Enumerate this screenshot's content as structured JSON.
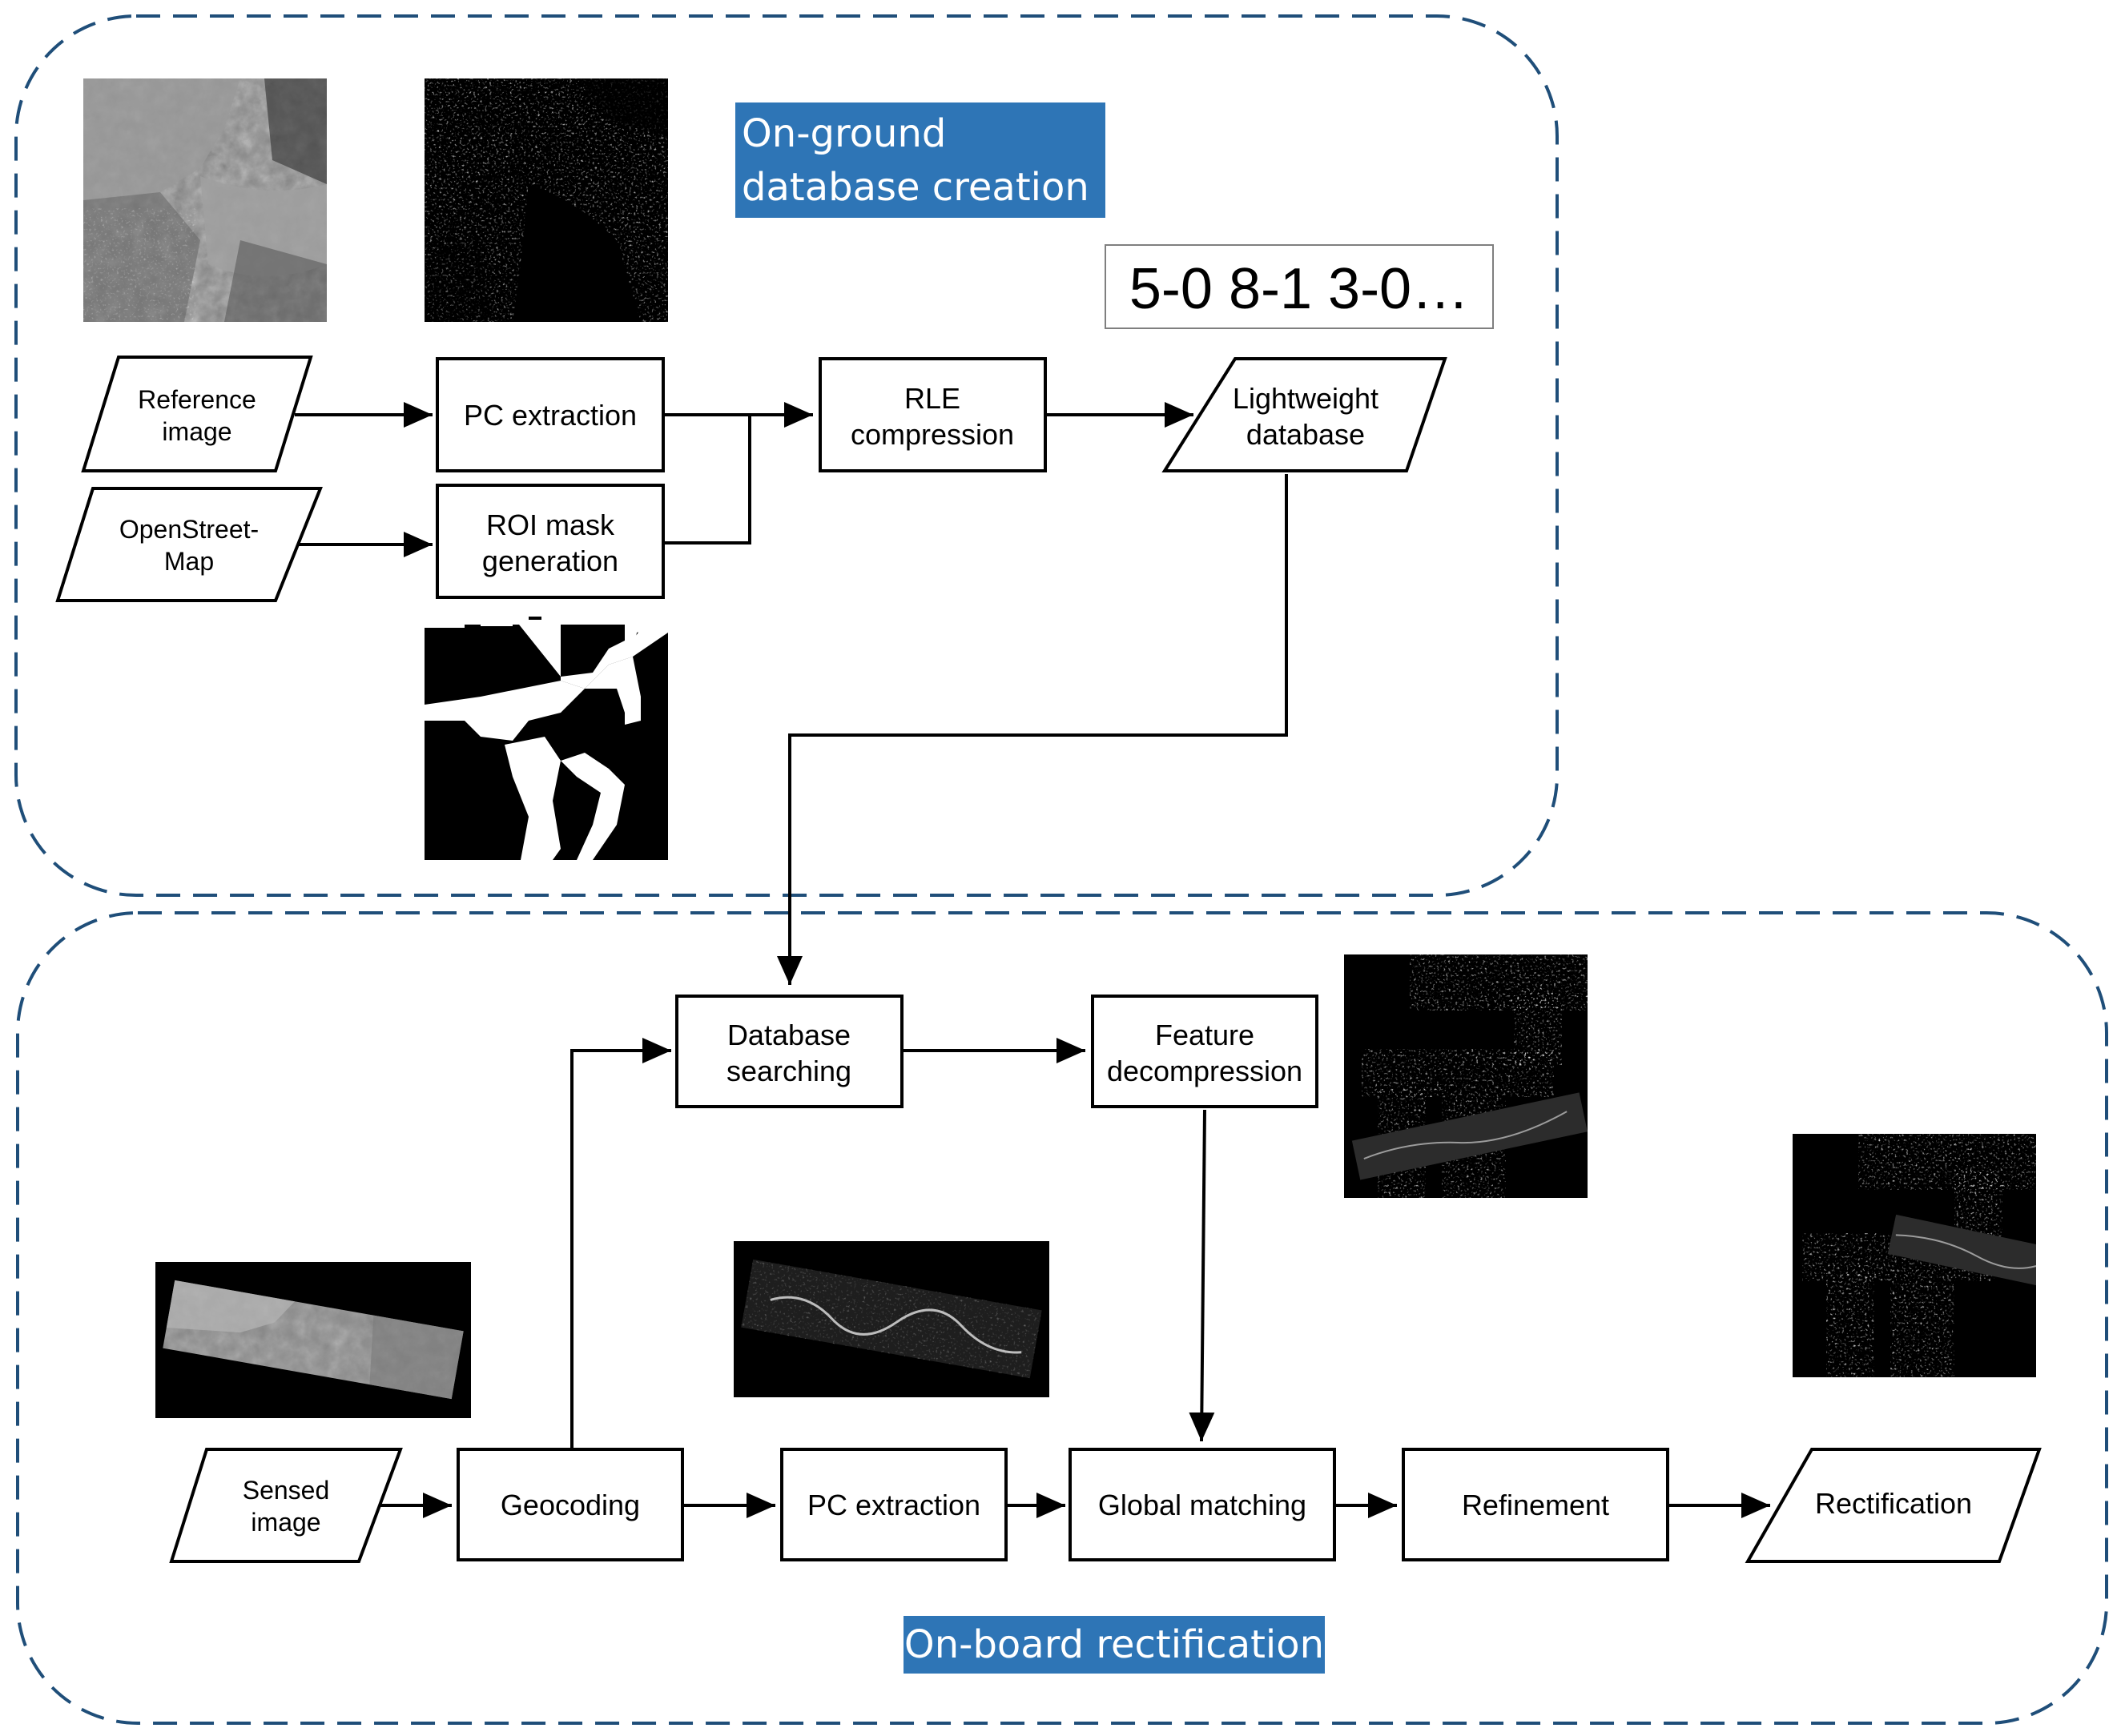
{
  "colors": {
    "region_border": "#1f4e79",
    "banner_fill": "#2e75b6",
    "banner_text": "#ffffff",
    "line": "#000000",
    "box_fill": "#ffffff"
  },
  "sections": {
    "ground": {
      "title_line1": "On-ground",
      "title_line2": "database creation"
    },
    "board": {
      "title": "On-board rectification"
    }
  },
  "encoded_sample": "5-0 8-1 3-0…",
  "nodes": {
    "reference_image": {
      "line1": "Reference",
      "line2": "image"
    },
    "openstreetmap": {
      "line1": "OpenStreet-",
      "line2": "Map"
    },
    "pc_extraction_ground": {
      "label": "PC extraction"
    },
    "roi_mask": {
      "line1": "ROI mask",
      "line2": "generation"
    },
    "rle_compression": {
      "line1": "RLE",
      "line2": "compression"
    },
    "lightweight_db": {
      "line1": "Lightweight",
      "line2": "database"
    },
    "database_searching": {
      "line1": "Database",
      "line2": "searching"
    },
    "feature_decompression": {
      "line1": "Feature",
      "line2": "decompression"
    },
    "sensed_image": {
      "line1": "Sensed",
      "line2": "image"
    },
    "geocoding": {
      "label": "Geocoding"
    },
    "pc_extraction_board": {
      "label": "PC extraction"
    },
    "global_matching": {
      "label": "Global matching"
    },
    "refinement": {
      "label": "Refinement"
    },
    "rectification": {
      "label": "Rectification"
    }
  },
  "thumbnails": {
    "reference_photo": "grayscale-satellite-image",
    "reference_pc": "phase-congruency-edge-map",
    "roi_mask": "binary-road-mask",
    "sensed_strip": "rotated-grayscale-strip",
    "sensed_pc": "strip-edge-map",
    "decompressed_features": "masked-edge-map-with-strip",
    "rectified_result": "aligned-edge-map-with-strip"
  }
}
